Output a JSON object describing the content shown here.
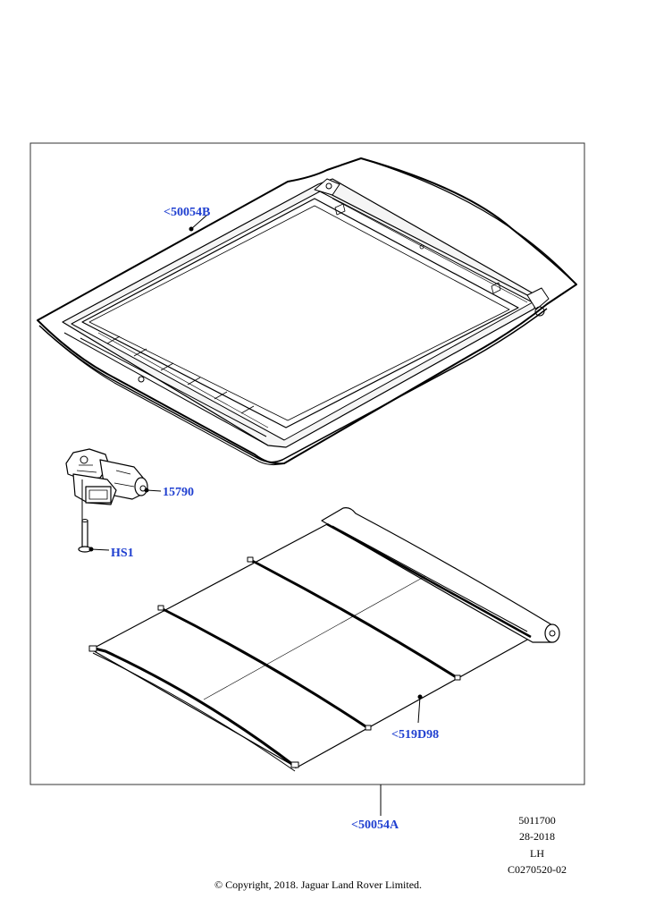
{
  "colors": {
    "callout": "#1f3fd0",
    "line": "#000000",
    "frame": "#333333",
    "glass_frame": "#e8e8e8"
  },
  "callouts": {
    "roof_panel": "<50054B",
    "motor": "15790",
    "screw": "HS1",
    "blind": "<519D98",
    "assembly": "<50054A"
  },
  "meta": {
    "part_number": "5011700",
    "date_code": "28-2018",
    "side": "LH",
    "drawing_code": "C0270520-02"
  },
  "copyright": "© Copyright, 2018. Jaguar Land Rover Limited."
}
